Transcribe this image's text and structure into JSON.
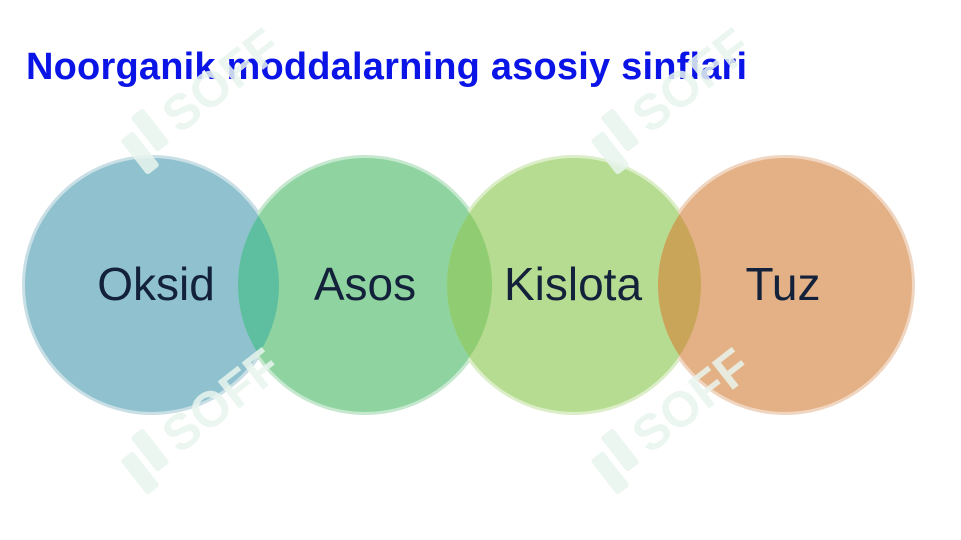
{
  "slide": {
    "title": "Noorganik moddalarning asosiy sinflari"
  },
  "diagram": {
    "circles": [
      {
        "label": "Oksid",
        "fill": "#8fc1cf",
        "rim": "#c9dfe6"
      },
      {
        "label": "Asos",
        "fill": "#8fd4a0",
        "rim": "#c5e8cf"
      },
      {
        "label": "Kislota",
        "fill": "#b6dc91",
        "rim": "#dbeec8"
      },
      {
        "label": "Tuz",
        "fill": "#e4b186",
        "rim": "#f0d6c0"
      }
    ],
    "overlaps": [
      "#5dbf9f",
      "#8fcc72",
      "#c9a55a"
    ],
    "label_color": "#13213a"
  },
  "watermark": {
    "text": "SOFF",
    "color": "#e9f5ee"
  }
}
